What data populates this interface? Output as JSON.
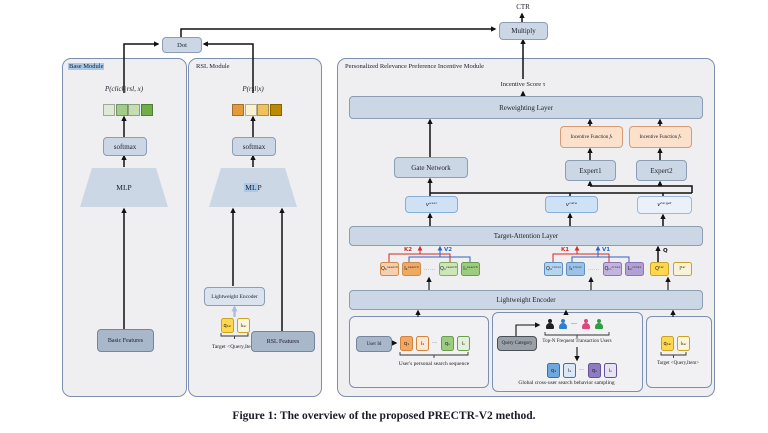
{
  "caption": "Figure 1: The overview of the proposed PRECTR-V2 method.",
  "top": {
    "ctr": "CTR",
    "multiply": "Multiply",
    "dot": "Dot"
  },
  "base": {
    "title": "Base Module",
    "prob": "P(click|rsl, x)",
    "softmax": "softmax",
    "mlp": "MLP",
    "features": "Basic Features",
    "cells": [
      "#dfe9d5",
      "#a3cc8b",
      "#c4ddb2",
      "#6fae4a"
    ]
  },
  "rsl": {
    "title": "RSL Module",
    "prob": "P(rsl|x)",
    "softmax": "softmax",
    "mlp_hl": "ML",
    "mlp_rest": "P",
    "encoder": "Lightweight Encoder",
    "features": "RSL Features",
    "target_caption": "Target <Query,Item>",
    "cells": [
      "#e39a3b",
      "#faf0d3",
      "#eec35e",
      "#bc8a00"
    ],
    "target_tokens": [
      {
        "t": "qₜₐᵣ",
        "bg": "#ffd84d",
        "bc": "#c9a227"
      },
      {
        "t": "iₜₐᵣ",
        "bg": "#fbf5da",
        "bc": "#c9a227"
      }
    ]
  },
  "pr": {
    "title": "Personalized Relevance Preference Incentive Module",
    "incentive_score": "Incentive Score τ",
    "reweighting": "Reweighting Layer",
    "fn_prefix": "Incentive Function",
    "fn1": {
      "name": "f",
      "sub": "s"
    },
    "fn2": {
      "name": "f",
      "sub": "c"
    },
    "gate": "Gate Network",
    "expert1": "Expert1",
    "expert2": "Expert2",
    "v_user": "vᵘˢᵉʳ",
    "v_cate": "vᶜᵃᵗᵉ",
    "v_target": "vᵗᵃʳᵍᵉᵗ",
    "tal": "Target-Attention Layer",
    "k2": "K2",
    "v2": "V2",
    "k1": "K1",
    "v1": "V1",
    "q": "Q",
    "encoder": "Lightweight Encoder",
    "search_tokens": [
      {
        "t": "Q₁ˢᵉᵃʳᶜʰ",
        "bg": "#f6cfae",
        "bc": "#cf8a4e"
      },
      {
        "t": "I₁ˢᵉᵃʳᶜʰ",
        "bg": "#efa963",
        "bc": "#cf8a4e"
      },
      {
        "dash": "……"
      },
      {
        "t": "Qₙˢᵉᵃʳᶜʰ",
        "bg": "#cde6b8",
        "bc": "#7fae5e"
      },
      {
        "t": "Iₙˢᵉᵃʳᶜʰ",
        "bg": "#9ccc80",
        "bc": "#6a9e4a"
      }
    ],
    "cross_tokens": [
      {
        "t": "Q₁ᶜʳᵒˢˢ",
        "bg": "#b5d5ee",
        "bc": "#5e8fc0"
      },
      {
        "t": "I₁ᶜʳᵒˢˢ",
        "bg": "#9cc3e6",
        "bc": "#5e8fc0"
      },
      {
        "dash": "……"
      },
      {
        "t": "Qₘᶜʳᵒˢˢ",
        "bg": "#c3b4dd",
        "bc": "#8a76b8"
      },
      {
        "t": "Iₘᶜʳᵒˢˢ",
        "bg": "#b0a0d4",
        "bc": "#8a76b8"
      }
    ],
    "q_tokens": [
      {
        "t": "Qᵗᵃʳ",
        "bg": "#ffd84d",
        "bc": "#c9a227"
      },
      {
        "t": "Iᵗᵃʳ",
        "bg": "#f8f2d8",
        "bc": "#c9a227"
      }
    ],
    "panel_a": {
      "user_id": "User Id",
      "tokens": [
        {
          "t": "q₁",
          "bg": "#f2a860",
          "bc": "#d08440"
        },
        {
          "t": "i₁",
          "bg": "#fbe8d4",
          "bc": "#d08440"
        },
        {
          "dash": "—"
        },
        {
          "t": "qₙ",
          "bg": "#9ccc80",
          "bc": "#6a9e4a"
        },
        {
          "t": "iₙ",
          "bg": "#e4f1da",
          "bc": "#6a9e4a"
        }
      ],
      "caption": "User's personal search sequence"
    },
    "panel_b": {
      "query_category": "Query Category",
      "persons": [
        "#1f1f1f",
        "#2f7fd0",
        "dash",
        "#e0457b",
        "#2e9e44"
      ],
      "users_caption": "Top-N Frequent Transaction Users",
      "tokens": [
        {
          "t": "q₁",
          "bg": "#6fa8dc",
          "bc": "#3d6fae"
        },
        {
          "t": "i₁",
          "bg": "#dbe7f5",
          "bc": "#3d6fae"
        },
        {
          "dash": "—"
        },
        {
          "t": "qₙ",
          "bg": "#8e7cc3",
          "bc": "#64529a"
        },
        {
          "t": "iₙ",
          "bg": "#e8e3f3",
          "bc": "#64529a"
        }
      ],
      "caption": "Global cross-user search behavior sampling"
    },
    "panel_c": {
      "tokens": [
        {
          "t": "qₜₐᵣ",
          "bg": "#ffd84d",
          "bc": "#c9a227"
        },
        {
          "t": "iₜₐᵣ",
          "bg": "#fbf5da",
          "bc": "#c9a227"
        }
      ],
      "caption": "Target <Query,Item>"
    }
  }
}
